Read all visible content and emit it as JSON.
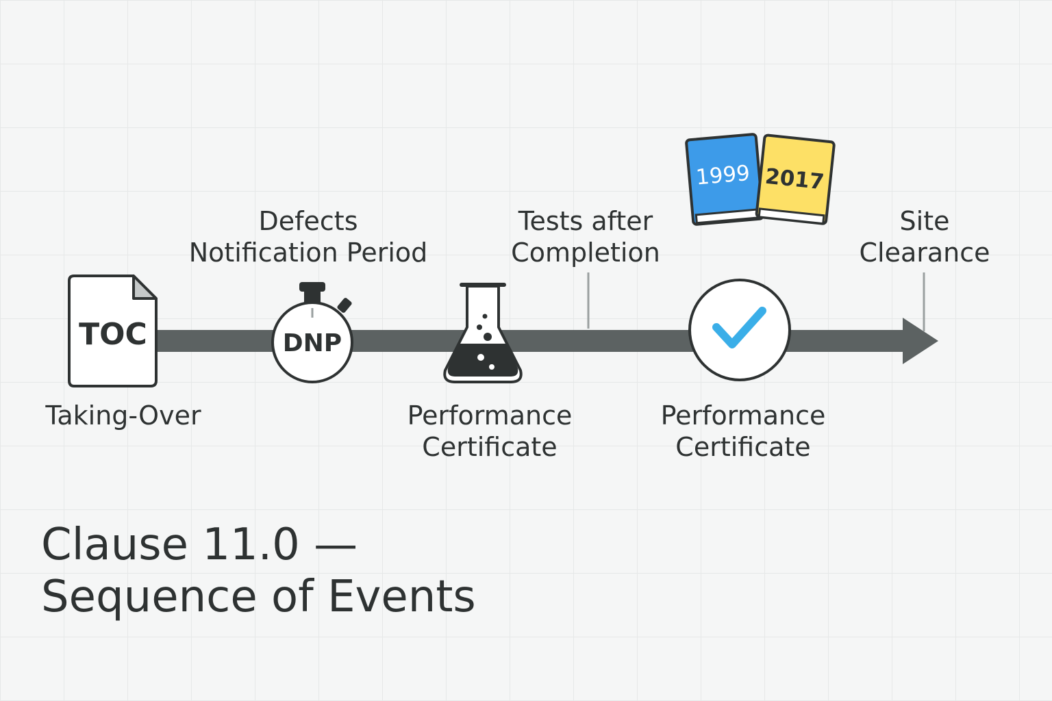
{
  "title": {
    "line1": "Clause 11.0 —",
    "line2": "Sequence of Events"
  },
  "events": {
    "taking_over": {
      "icon": "document-icon",
      "icon_text": "TOC",
      "label": "Taking-Over"
    },
    "dnp": {
      "icon": "stopwatch-icon",
      "icon_text": "DNP",
      "line1": "Defects",
      "line2": "Notification Period"
    },
    "performance_1": {
      "icon": "flask-icon",
      "line1": "Performance",
      "line2": "Certificate"
    },
    "tests": {
      "line1": "Tests after",
      "line2": "Completion"
    },
    "performance_2": {
      "icon": "checkmark-icon",
      "line1": "Performance",
      "line2": "Certificate"
    },
    "site": {
      "line1": "Site",
      "line2": "Clearance"
    }
  },
  "editions": {
    "icon": "books-icon",
    "items": [
      {
        "label": "1999",
        "color": "#3d9be9"
      },
      {
        "label": "2017",
        "color": "#fde066"
      }
    ]
  },
  "colors": {
    "timeline": "#5c6262",
    "outline": "#2e3232",
    "accent_check": "#3aaee8",
    "background": "#f5f6f6"
  }
}
